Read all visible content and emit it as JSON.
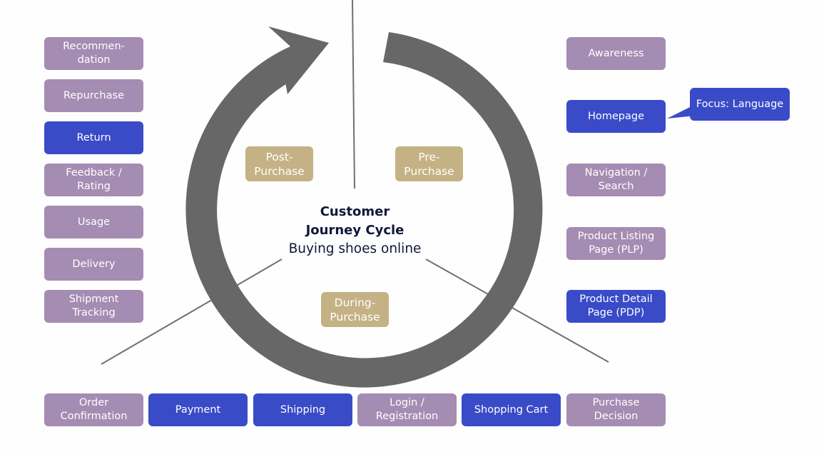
{
  "colors": {
    "default_step": "#a58cb2",
    "highlight_step": "#3a4bc8",
    "stage": "#c4b285",
    "cycle_arrow": "#676767",
    "divider": "#707070",
    "title_text": "#10183a"
  },
  "center": {
    "title_line1": "Customer",
    "title_line2": "Journey Cycle",
    "subtitle": "Buying shoes online"
  },
  "stages": {
    "post": "Post-\nPurchase",
    "pre": "Pre-\nPurchase",
    "during": "During-\nPurchase"
  },
  "left_column": [
    {
      "label": "Recommen-\ndation",
      "highlight": false
    },
    {
      "label": "Repurchase",
      "highlight": false
    },
    {
      "label": "Return",
      "highlight": true
    },
    {
      "label": "Feedback /\nRating",
      "highlight": false
    },
    {
      "label": "Usage",
      "highlight": false
    },
    {
      "label": "Delivery",
      "highlight": false
    },
    {
      "label": "Shipment\nTracking",
      "highlight": false
    }
  ],
  "right_column": [
    {
      "label": "Awareness",
      "highlight": false
    },
    {
      "label": "Homepage",
      "highlight": true
    },
    {
      "label": "Navigation /\nSearch",
      "highlight": false
    },
    {
      "label": "Product Listing\nPage (PLP)",
      "highlight": false
    },
    {
      "label": "Product Detail\nPage (PDP)",
      "highlight": true
    }
  ],
  "bottom_row": [
    {
      "label": "Order\nConfirmation",
      "highlight": false
    },
    {
      "label": "Payment",
      "highlight": true
    },
    {
      "label": "Shipping",
      "highlight": true
    },
    {
      "label": "Login /\nRegistration",
      "highlight": false
    },
    {
      "label": "Shopping Cart",
      "highlight": true
    },
    {
      "label": "Purchase\nDecision",
      "highlight": false
    }
  ],
  "callout": {
    "label": "Focus: Language",
    "target": "Homepage"
  }
}
